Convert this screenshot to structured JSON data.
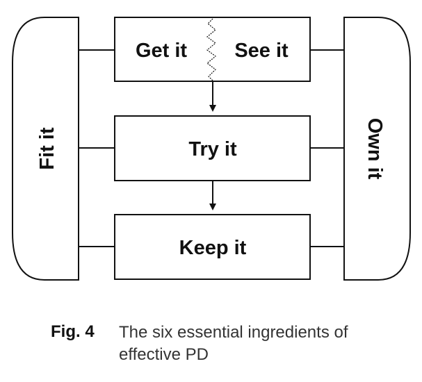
{
  "diagram": {
    "boxes": {
      "get": "Get it",
      "see": "See it",
      "try": "Try it",
      "keep": "Keep it"
    },
    "sides": {
      "left": "Fit it",
      "right": "Own it"
    }
  },
  "caption": {
    "label": "Fig. 4",
    "text": "The six essential ingredients of effective PD"
  },
  "colors": {
    "stroke": "#111111",
    "caption_text": "#333333",
    "background": "#ffffff"
  }
}
